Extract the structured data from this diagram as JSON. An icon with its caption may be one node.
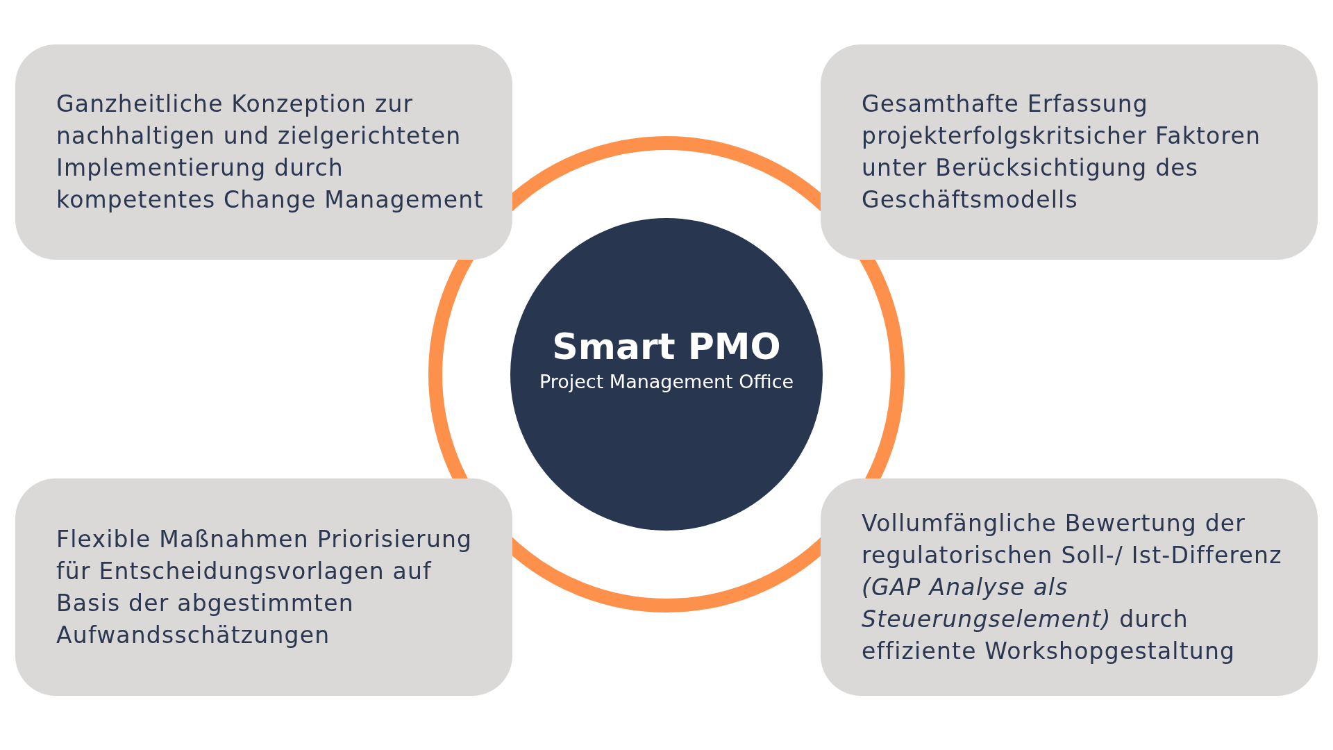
{
  "diagram": {
    "nodes": [
      {
        "text": [
          "Ganzheitliche Konzeption zur nachhaltigen und zielgerichteten Implementierung durch kompetentes Change Management"
        ]
      },
      {
        "text": [
          "Gesamthafte Erfassung projekterfolgskritsicher Faktoren unter Berücksichtigung des Geschäftsmodells"
        ]
      },
      {
        "text": [
          "Smart PMO",
          "Project Management Office"
        ]
      },
      {
        "text": [
          "Flexible Maßnahmen Priorisierung für Entscheidungsvorlagen auf Basis der abgestimmten Aufwandsschätzungen"
        ]
      },
      {
        "text": [
          "Vollumfängliche Bewertung der regulatorischen Soll-/ Ist-Differenz *(GAP Analyse als Steuerungselement)* durch effiziente Workshopgestaltung"
        ]
      }
    ]
  }
}
